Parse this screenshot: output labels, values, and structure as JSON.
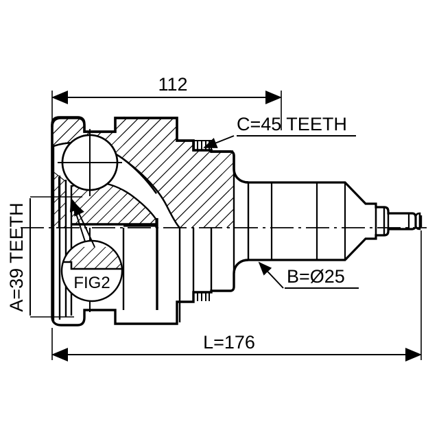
{
  "drawing": {
    "type": "engineering-cross-section",
    "subject": "CV joint (constant velocity joint) outer race with stub shaft",
    "background_color": "#ffffff",
    "line_color": "#000000",
    "dimensions": {
      "overall_length": {
        "label": "L=176",
        "value": 176,
        "unit": "mm",
        "placement": "bottom",
        "underlined": false
      },
      "housing_length": {
        "label": "112",
        "value": 112,
        "unit": "mm",
        "placement": "top",
        "underlined": false
      },
      "inner_spline": {
        "label": "A=39 TEETH",
        "value": 39,
        "unit": "teeth",
        "placement": "left-rotated",
        "underlined": true
      },
      "outer_spline": {
        "label": "C=45 TEETH",
        "value": 45,
        "unit": "teeth",
        "placement": "top-right",
        "underlined": true
      },
      "shaft_diameter": {
        "label": "B=Ø25",
        "value": 25,
        "unit": "mm",
        "placement": "bottom-right",
        "underlined": true
      }
    },
    "callouts": {
      "fig_bubble": {
        "label": "FIG2",
        "shape": "circle",
        "hatched_upper_half": true
      }
    }
  }
}
